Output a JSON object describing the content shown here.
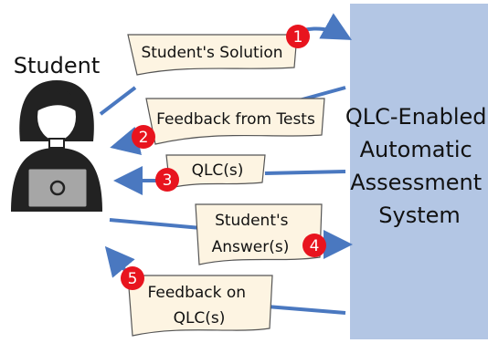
{
  "actor": {
    "label": "Student"
  },
  "system": {
    "lines": [
      "QLC-Enabled",
      "Automatic",
      "Assessment",
      "System"
    ],
    "fill_color": "#b3c6e4"
  },
  "messages": [
    {
      "step": "1",
      "lines": [
        "Student's Solution"
      ]
    },
    {
      "step": "2",
      "lines": [
        "Feedback from Tests"
      ]
    },
    {
      "step": "3",
      "lines": [
        "QLC(s)"
      ]
    },
    {
      "step": "4",
      "lines": [
        "Student's",
        "Answer(s)"
      ]
    },
    {
      "step": "5",
      "lines": [
        "Feedback on",
        "QLC(s)"
      ]
    }
  ],
  "colors": {
    "arrow": "#4a78c0",
    "badge": "#e8141e",
    "note_fill": "#fdf4e2",
    "note_stroke": "#555555",
    "person_dark": "#222222",
    "person_skin": "#ffffff",
    "laptop_body": "#a6a6a6"
  }
}
